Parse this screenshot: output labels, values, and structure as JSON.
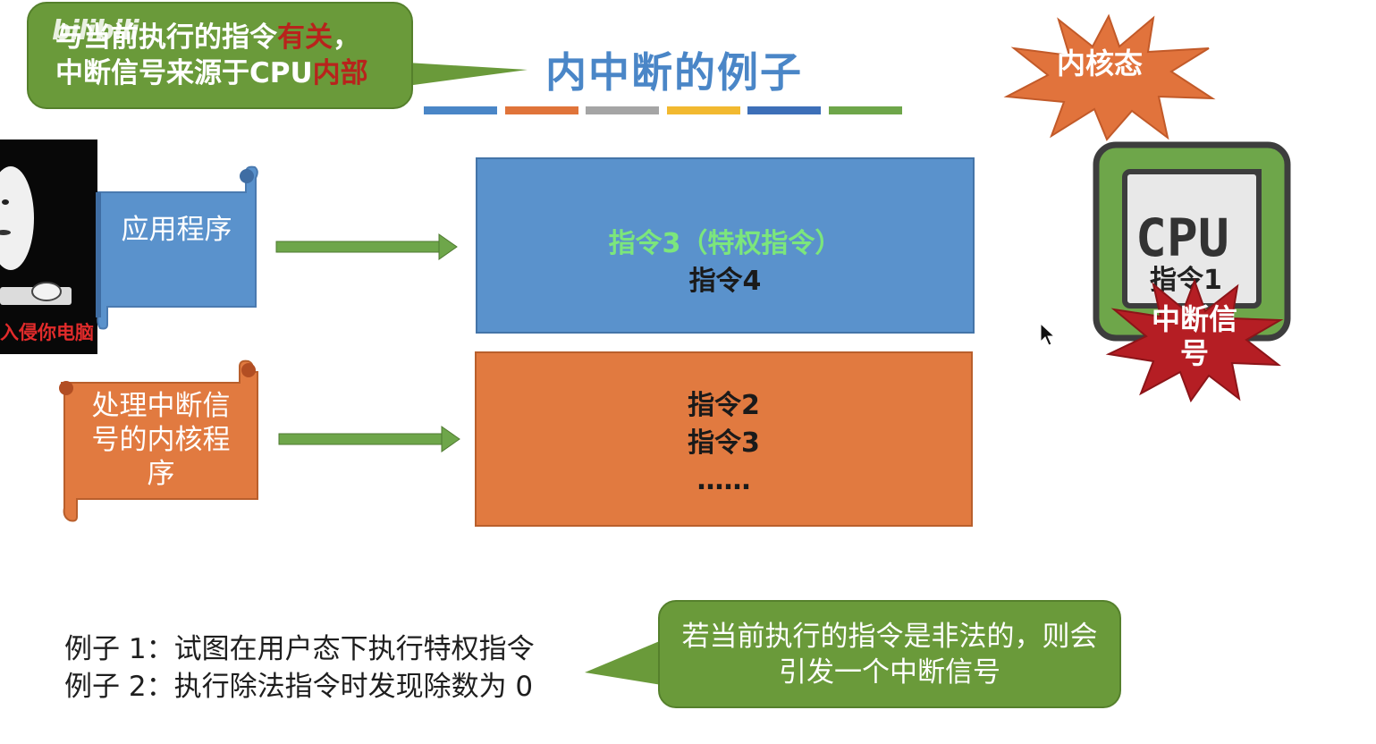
{
  "callout_top": {
    "line1_prefix": "与当前执行的指令",
    "line1_red": "有关",
    "line1_suffix": "，",
    "line2_prefix": "中断信号来源于CPU",
    "line2_red": "内部"
  },
  "title": "内中断的例子",
  "title_bar_colors": [
    "#4a86c7",
    "#e0743a",
    "#a5a5a5",
    "#f2b930",
    "#3d6fb8",
    "#6ea64a"
  ],
  "scroll_app": {
    "label": "应用程序"
  },
  "scroll_kernel": {
    "label": "处理中断信号的内核程序"
  },
  "box_blue": {
    "line1": "指令3（特权指令）",
    "line2": "指令4"
  },
  "box_orange": {
    "line1": "指令2",
    "line2": "指令3",
    "line3": "……"
  },
  "burst_kernel": {
    "label": "内核态"
  },
  "cpu": {
    "chip_text": "CPU",
    "instr_text": "指令1",
    "interrupt_label": "中断信号"
  },
  "examples": {
    "line1": "例子 1：试图在用户态下执行特权指令",
    "line2": "例子 2：执行除法指令时发现除数为 0"
  },
  "callout_bottom": {
    "text": "若当前执行的指令是非法的，则会引发一个中断信号"
  },
  "meme": {
    "caption": "入侵你电脑"
  },
  "watermark": {
    "text": "bilibili"
  },
  "colors": {
    "green_callout": "#6a9a3a",
    "blue_box": "#5a92cc",
    "orange_box": "#e17a40",
    "title_blue": "#4a86c7",
    "burst_orange": "#e1733c",
    "burst_red": "#b51e24"
  }
}
